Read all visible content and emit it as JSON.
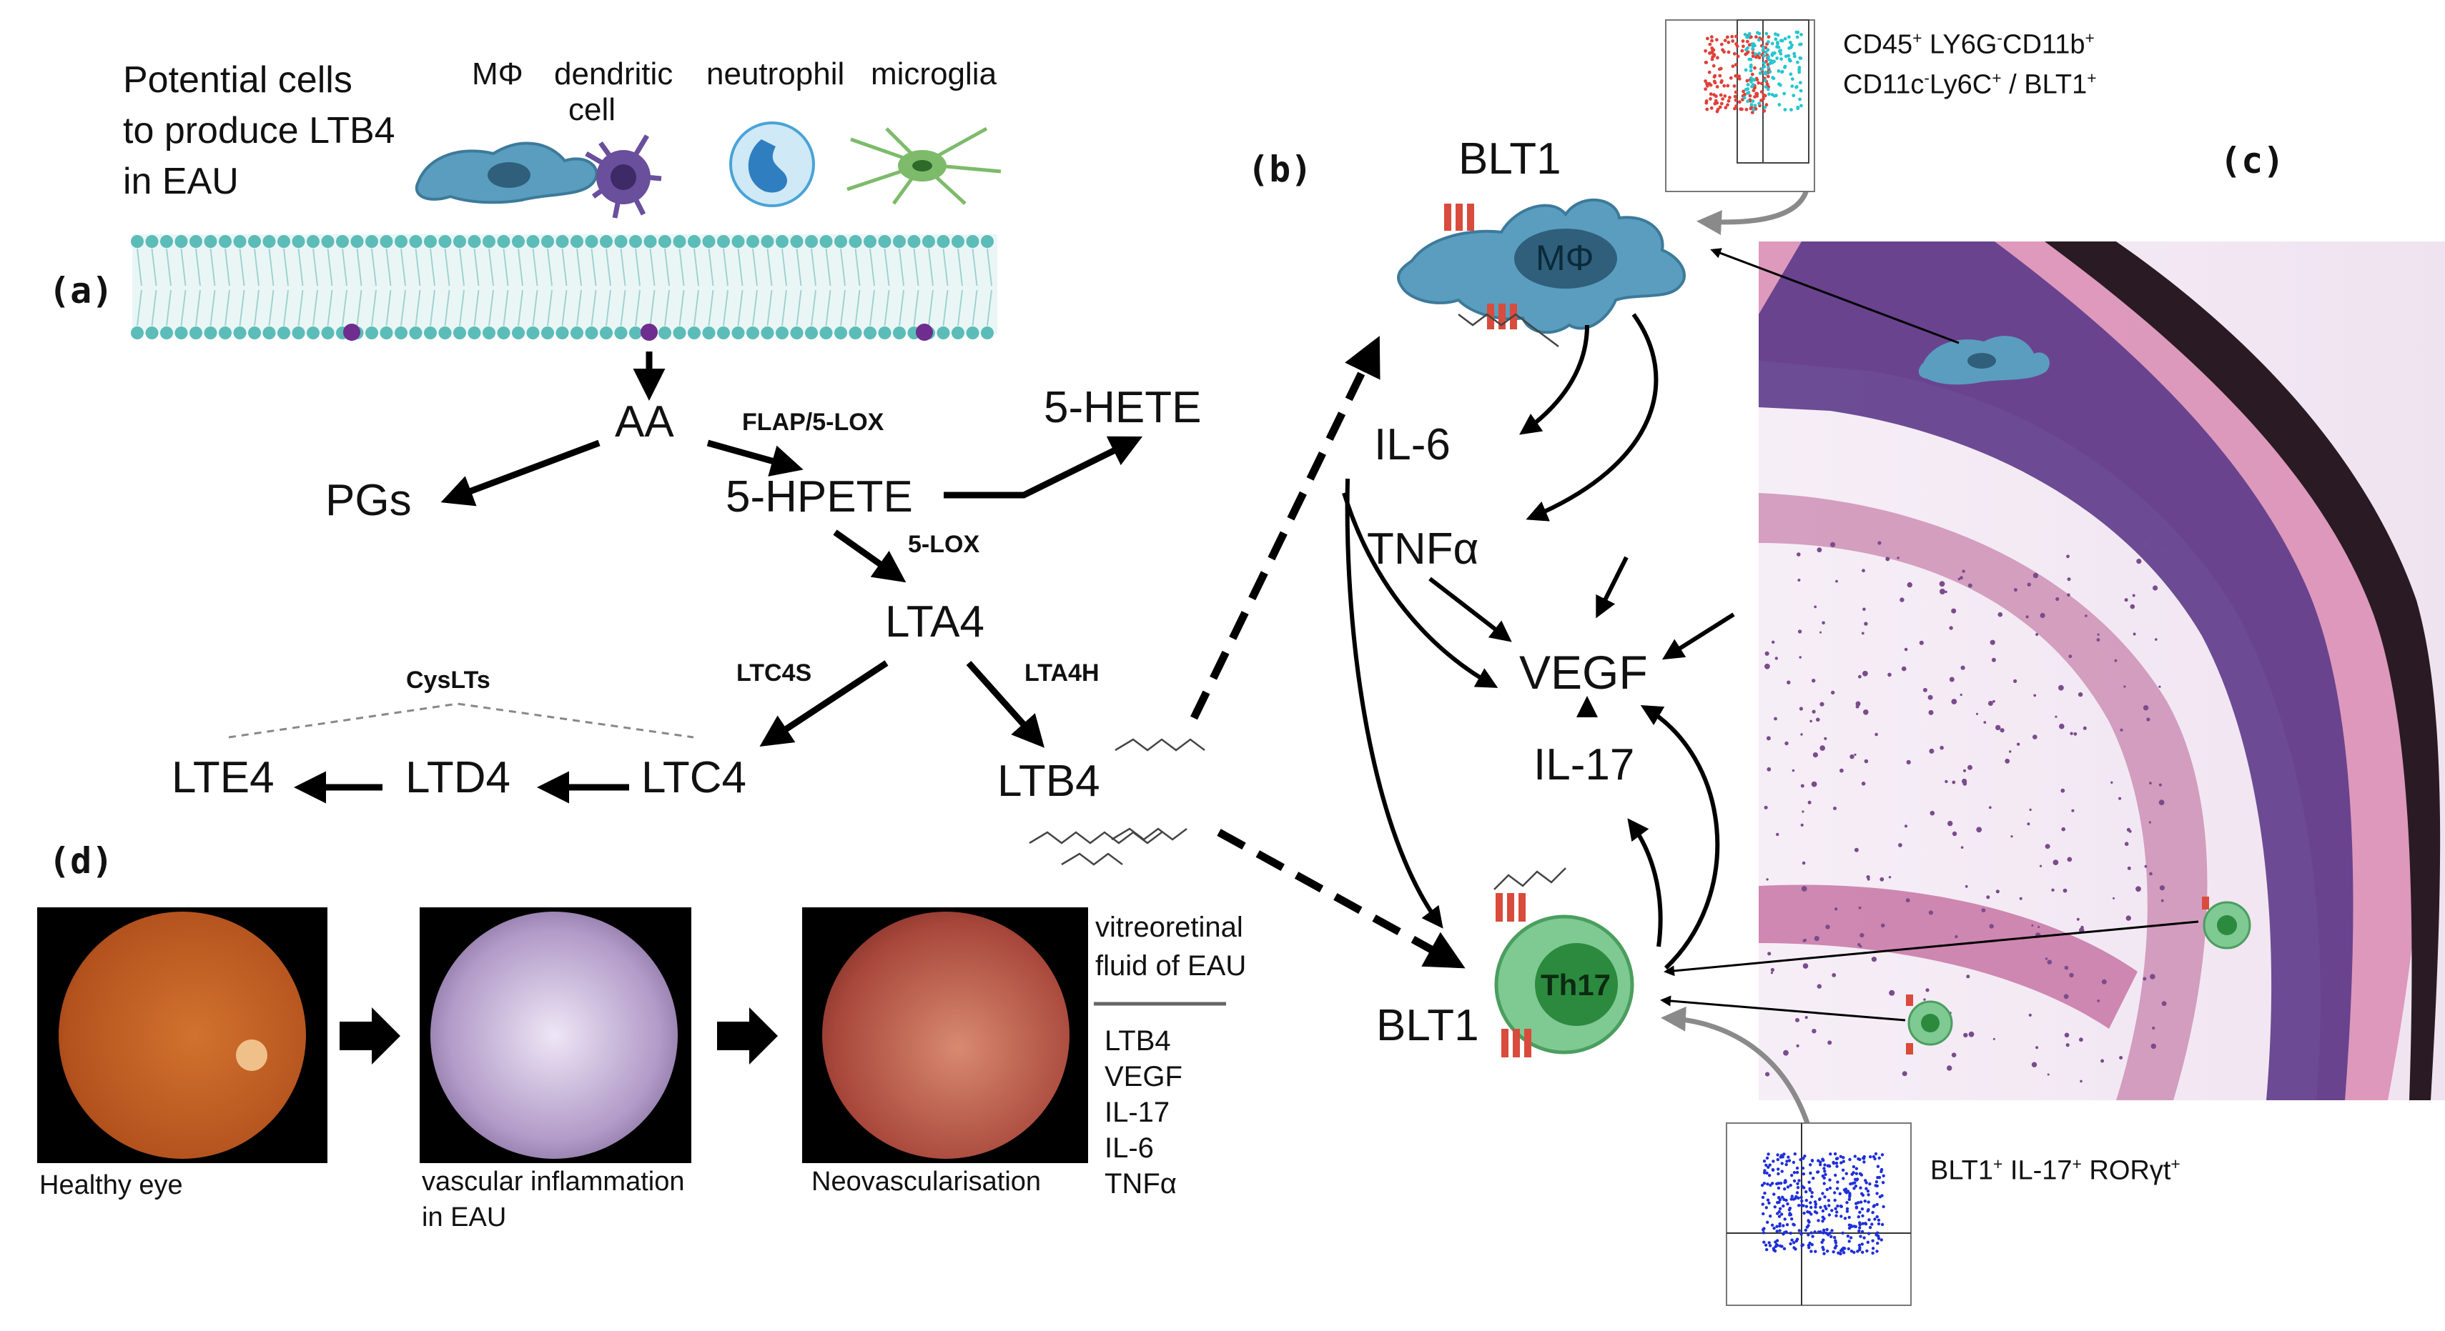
{
  "panel_labels": {
    "a": "(a)",
    "b": "(b)",
    "c": "(c)",
    "d": "(d)"
  },
  "intro": {
    "line1": "Potential cells",
    "line2": "to produce LTB4",
    "line3": "in EAU"
  },
  "cell_types": {
    "macrophage": "MΦ",
    "dendritic_1": "dendritic",
    "dendritic_2": "cell",
    "neutrophil": "neutrophil",
    "microglia": "microglia"
  },
  "pathway": {
    "aa": "AA",
    "pgs": "PGs",
    "hpete": "5-HPETE",
    "hete": "5-HETE",
    "lta4": "LTA4",
    "ltb4": "LTB4",
    "ltc4": "LTC4",
    "ltd4": "LTD4",
    "lte4": "LTE4",
    "cyslts": "CysLTs"
  },
  "enzymes": {
    "flap": "FLAP/5-LOX",
    "lox": "5-LOX",
    "ltc4s": "LTC4S",
    "lta4h": "LTA4H"
  },
  "panel_b": {
    "blt1_top": "BLT1",
    "macrophage": "MΦ",
    "il6": "IL-6",
    "tnfa": "TNFα",
    "vegf": "VEGF",
    "il17": "IL-17",
    "th17": "Th17",
    "blt1_bottom": "BLT1"
  },
  "flow_markers": {
    "macrophage": {
      "line1": {
        "a": "CD45",
        "a_sup": "+",
        "b": " LY6G",
        "b_sup": "-",
        "c": "CD11b",
        "c_sup": "+"
      },
      "line2": {
        "a": "CD11c",
        "a_sup": "-",
        "b": "Ly6C",
        "b_sup": "+",
        "c": " / BLT1",
        "c_sup": "+"
      }
    },
    "th17": {
      "a": "BLT1",
      "a_sup": "+",
      "b": " IL-17",
      "b_sup": "+",
      "c": " RORγt",
      "c_sup": "+"
    }
  },
  "panel_d": {
    "healthy": "Healthy eye",
    "inflam_1": "vascular inflammation",
    "inflam_2": "in EAU",
    "neo": "Neovascularisation",
    "fluid_1": "vitreoretinal",
    "fluid_2": "fluid of EAU",
    "markers": [
      "LTB4",
      "VEGF",
      "IL-17",
      "IL-6",
      "TNFα"
    ]
  },
  "colors": {
    "membrane": "#5bbcb8",
    "macrophage": "#5a9dbf",
    "dendritic": "#6a4f9c",
    "neutrophil": "#4aa3d6",
    "microglia": "#7dbb6a",
    "th17": "#7fc992",
    "receptor": "#d94b3c",
    "tissue": "#d98bb2",
    "flow_blue": "#1f2fd8"
  }
}
